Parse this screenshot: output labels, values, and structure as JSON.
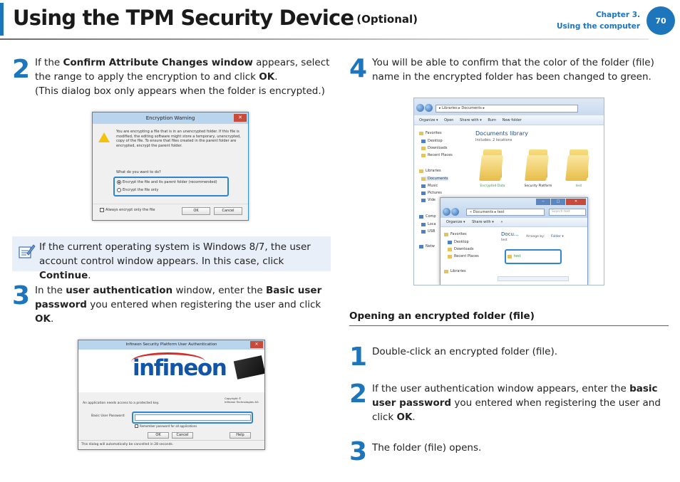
{
  "header": {
    "title": "Using the TPM Security Device",
    "title_suffix": "(Optional)",
    "chapter": "Chapter 3.",
    "chapter_name": "Using the computer",
    "page_number": "70"
  },
  "steps_left": [
    {
      "number": "2",
      "pre": "If the ",
      "bold1": "Confirm Attribute Changes window",
      "mid": " appears, select the range to apply the encryption to and click ",
      "bold2": "OK",
      "post": ".",
      "note_line": "(This dialog box only appears when the folder is encrypted.)"
    },
    {
      "number": "3",
      "pre": "In the ",
      "bold1": "user authentication",
      "mid": " window, enter the ",
      "bold2": "Basic user password",
      "mid2": " you entered when registering the user and click ",
      "bold3": "OK",
      "post": "."
    }
  ],
  "note": {
    "text_pre": "If the current operating system is Windows 8/7, the user account control window appears. In this case, click ",
    "text_bold": "Continue",
    "text_post": "."
  },
  "step4": {
    "number": "4",
    "text": "You will be able to confirm that the color of the folder (file) name in the encrypted folder has been changed to green."
  },
  "section": {
    "title": "Opening an encrypted folder (file)",
    "steps": [
      {
        "number": "1",
        "text": "Double-click an encrypted folder (file)."
      },
      {
        "number": "2",
        "pre": "If the user authentication window appears, enter the ",
        "bold1": "basic user password",
        "mid": " you entered when registering the user and click ",
        "bold2": "OK",
        "post": "."
      },
      {
        "number": "3",
        "text": "The folder (file) opens."
      }
    ]
  },
  "enc_dialog": {
    "title": "Encryption Warning",
    "close": "✕",
    "message": "You are encrypting a file that is in an unencrypted folder. If this file is modified, the editing software might store a temporary, unencrypted, copy of the file. To ensure that files created in the parent folder are encrypted, encrypt the parent folder.",
    "question": "What do you want to do?",
    "option1": "Encrypt the file and its parent folder (recommended)",
    "option2": "Encrypt the file only",
    "checkbox": "Always encrypt only the file",
    "ok": "OK",
    "cancel": "Cancel"
  },
  "explorer": {
    "address": "▸ Libraries ▸ Documents ▸",
    "toolbar": [
      "Organize ▾",
      "Open",
      "Share with ▾",
      "Burn",
      "New folder"
    ],
    "sidebar": [
      "Favorites",
      "Desktop",
      "Downloads",
      "Recent Places",
      "Libraries",
      "Documents",
      "Music",
      "Pictures",
      "Vide",
      "Comp",
      "Loca",
      "USB",
      "Netw"
    ],
    "library_title": "Documents library",
    "library_sub": "Includes: 2 locations",
    "folders": [
      "Encrypted Data",
      "Security Platform",
      "test"
    ],
    "inner": {
      "address": "« Documents ▸ test",
      "search": "Search test",
      "toolbar": [
        "Organize ▾",
        "Share with ▾",
        "»"
      ],
      "sidebar": [
        "Favorites",
        "Desktop",
        "Downloads",
        "Recent Places",
        "Libraries"
      ],
      "lib_title": "Docu...",
      "lib_sub": "test",
      "arrange": "Arrange by:",
      "arrange_value": "Folder ▾",
      "item": "test"
    }
  },
  "inf_dialog": {
    "title": "Infineon Security Platform User Authentication",
    "close": "✕",
    "logo": "infineon",
    "copyright": "Copyright ©",
    "company": "Infineon Technologies AG",
    "message": "An application needs access to a protected key.",
    "label": "Basic User Password:",
    "remember": "Remember password for all applications",
    "ok": "OK",
    "cancel": "Cancel",
    "help": "Help",
    "status": "This dialog will automatically be cancelled in 28 seconds."
  }
}
